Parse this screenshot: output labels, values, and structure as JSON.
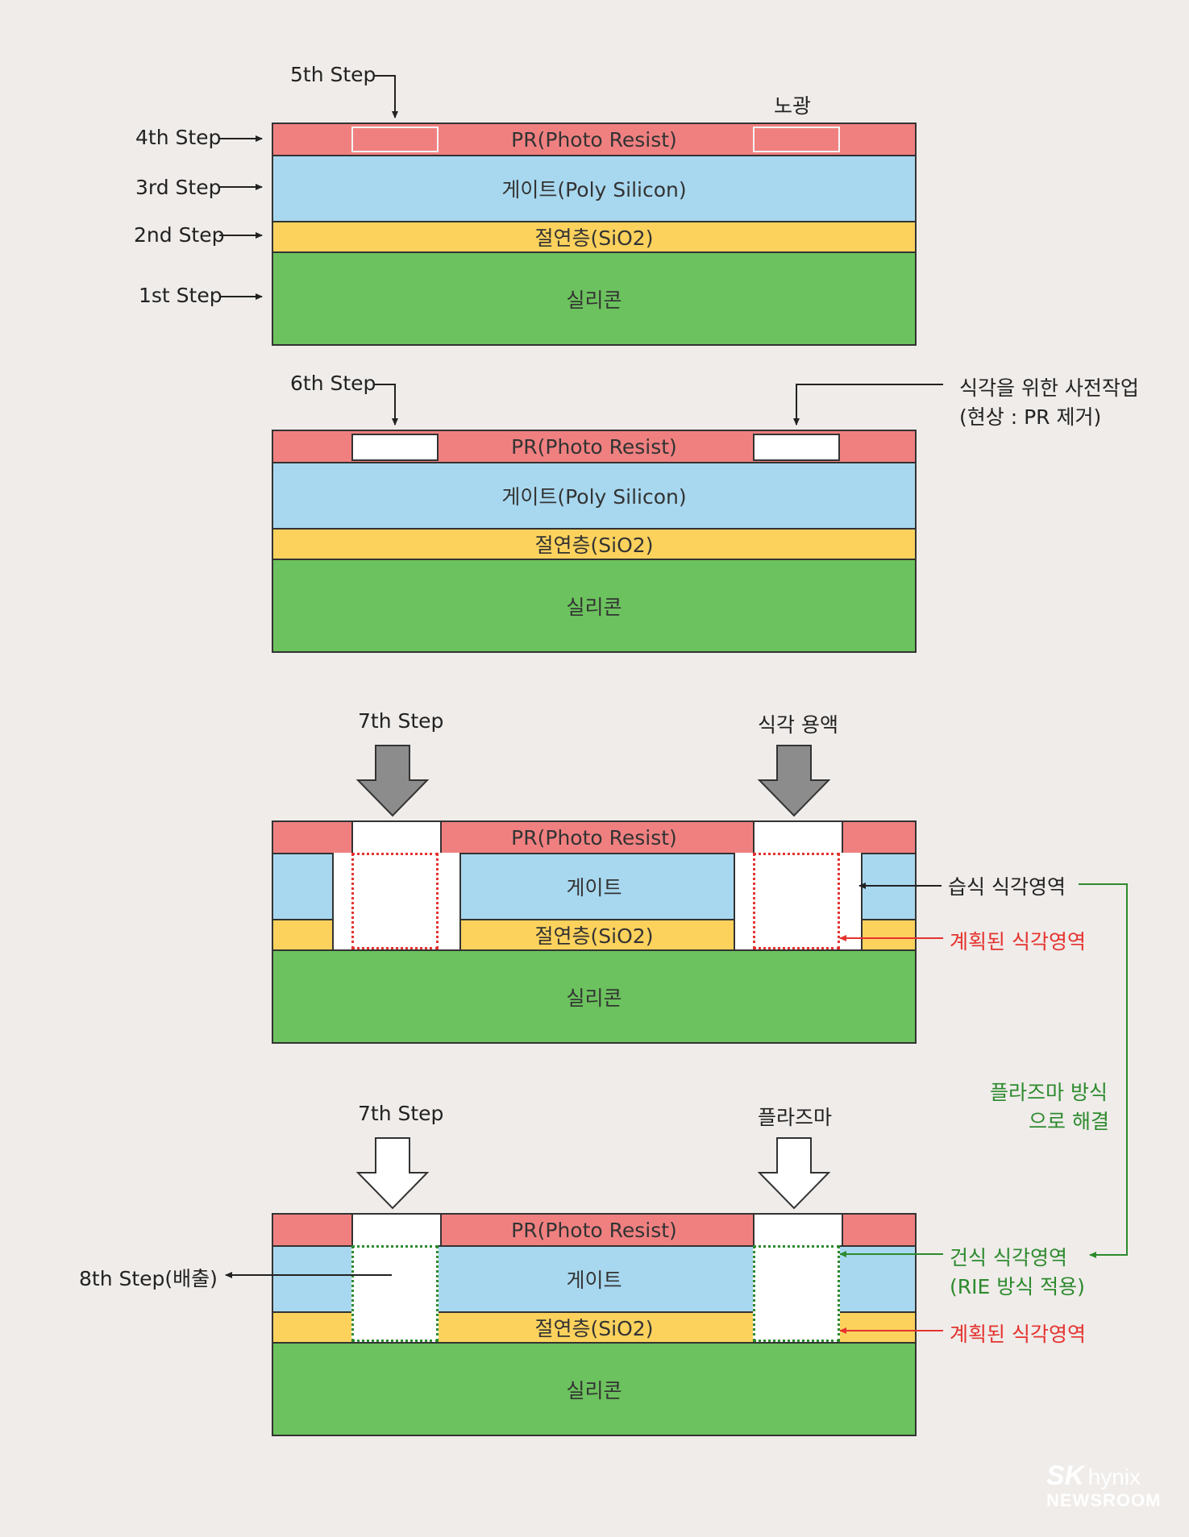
{
  "colors": {
    "pr": "#f08080",
    "gate": "#a8d8ef",
    "oxide": "#fcd25d",
    "silicon": "#6cc25e",
    "red": "#e5332f",
    "green": "#2d8a2d"
  },
  "layers": {
    "pr": "PR(Photo Resist)",
    "gate_full": "게이트(Poly Silicon)",
    "gate_short": "게이트",
    "oxide": "절연층(SiO2)",
    "silicon": "실리콘"
  },
  "steps": {
    "s1": "1st Step",
    "s2": "2nd Step",
    "s3": "3rd Step",
    "s4": "4th Step",
    "s5": "5th Step",
    "s6": "6th Step",
    "s7a": "7th Step",
    "s7b": "7th Step",
    "s8": "8th Step(배출)"
  },
  "notes": {
    "exposure": "노광",
    "pre_work_line1": "식각을 위한 사전작업",
    "pre_work_line2": "(현상 : PR 제거)",
    "etch_solution": "식각 용액",
    "wet_etch_area": "습식 식각영역",
    "planned_area_1": "계획된 식각영역",
    "plasma_solution_line1": "플라즈마 방식",
    "plasma_solution_line2": "으로 해결",
    "plasma": "플라즈마",
    "dry_etch_line1": "건식 식각영역",
    "dry_etch_line2": "(RIE 방식 적용)",
    "planned_area_2": "계획된 식각영역"
  },
  "logo": {
    "brand_sk": "SK",
    "brand_hynix": "hynix",
    "newsroom": "NEWSROOM"
  }
}
